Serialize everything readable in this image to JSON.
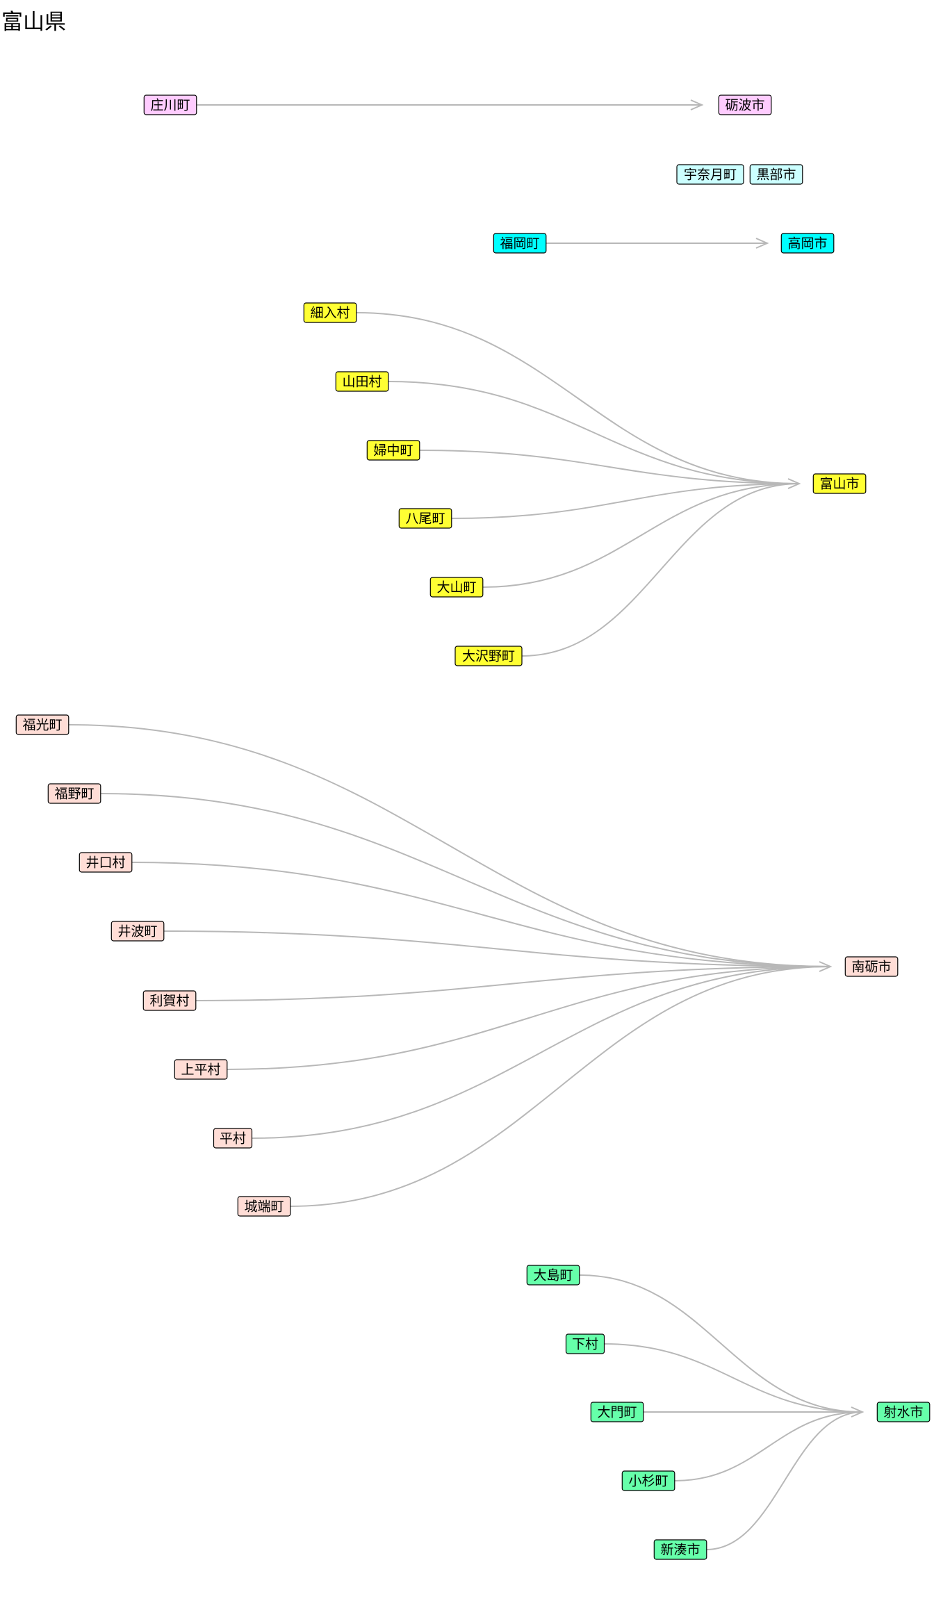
{
  "title": "富山県",
  "colors": {
    "edge": "#b8b8b8",
    "node_border": "#000000",
    "text": "#000000",
    "background": "#ffffff"
  },
  "groups": [
    {
      "id": "tonami",
      "color": "#ffccff",
      "target": "砺波市",
      "sources": [
        "庄川町"
      ]
    },
    {
      "id": "kurobe",
      "color": "#ccffff",
      "target": "黒部市",
      "sources": [
        "宇奈月町"
      ]
    },
    {
      "id": "takaoka",
      "color": "#00ffff",
      "target": "高岡市",
      "sources": [
        "福岡町"
      ]
    },
    {
      "id": "toyama",
      "color": "#ffff33",
      "target": "富山市",
      "sources": [
        "細入村",
        "山田村",
        "婦中町",
        "八尾町",
        "大山町",
        "大沢野町"
      ]
    },
    {
      "id": "nanto",
      "color": "#ffddd6",
      "target": "南砺市",
      "sources": [
        "福光町",
        "福野町",
        "井口村",
        "井波町",
        "利賀村",
        "上平村",
        "平村",
        "城端町"
      ]
    },
    {
      "id": "imizu",
      "color": "#66ffaa",
      "target": "射水市",
      "sources": [
        "大島町",
        "下村",
        "大門町",
        "小杉町",
        "新湊市"
      ]
    }
  ]
}
